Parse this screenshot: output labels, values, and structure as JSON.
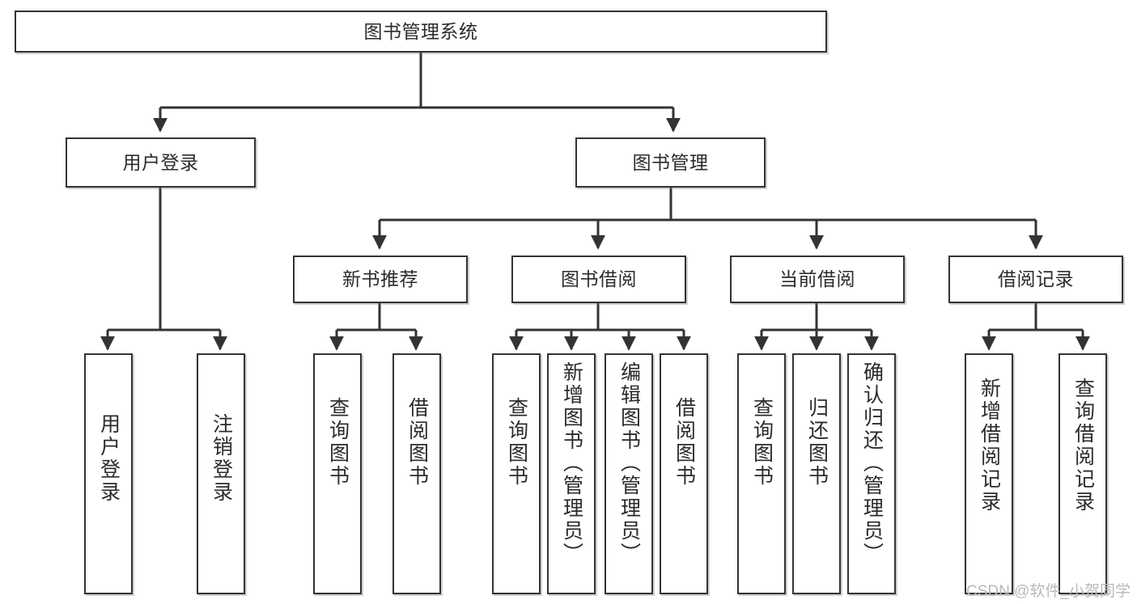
{
  "diagram": {
    "title": "图书管理系统",
    "type": "tree-hierarchy-diagram",
    "root": {
      "id": "root",
      "label": "图书管理系统"
    },
    "level2": [
      {
        "id": "user-login",
        "label": "用户登录"
      },
      {
        "id": "book-management",
        "label": "图书管理"
      }
    ],
    "level3": [
      {
        "id": "new-book-recommend",
        "label": "新书推荐",
        "parent": "book-management"
      },
      {
        "id": "book-borrow",
        "label": "图书借阅",
        "parent": "book-management"
      },
      {
        "id": "current-borrow",
        "label": "当前借阅",
        "parent": "book-management"
      },
      {
        "id": "borrow-record",
        "label": "借阅记录",
        "parent": "book-management"
      }
    ],
    "leaves": [
      {
        "id": "leaf-user-login",
        "label": "用户登录",
        "parent": "user-login"
      },
      {
        "id": "leaf-logout",
        "label": "注销登录",
        "parent": "user-login"
      },
      {
        "id": "leaf-query-book-1",
        "label": "查询图书",
        "parent": "new-book-recommend"
      },
      {
        "id": "leaf-borrow-book-1",
        "label": "借阅图书",
        "parent": "new-book-recommend"
      },
      {
        "id": "leaf-query-book-2",
        "label": "查询图书",
        "parent": "book-borrow"
      },
      {
        "id": "leaf-add-book",
        "label": "新增图书（管理员）",
        "parent": "book-borrow"
      },
      {
        "id": "leaf-edit-book",
        "label": "编辑图书（管理员）",
        "parent": "book-borrow"
      },
      {
        "id": "leaf-borrow-book-2",
        "label": "借阅图书",
        "parent": "book-borrow"
      },
      {
        "id": "leaf-query-book-3",
        "label": "查询图书",
        "parent": "current-borrow"
      },
      {
        "id": "leaf-return-book",
        "label": "归还图书",
        "parent": "current-borrow"
      },
      {
        "id": "leaf-confirm-return",
        "label": "确认归还（管理员）",
        "parent": "current-borrow"
      },
      {
        "id": "leaf-add-record",
        "label": "新增借阅记录",
        "parent": "borrow-record"
      },
      {
        "id": "leaf-query-record",
        "label": "查询借阅记录",
        "parent": "borrow-record"
      }
    ],
    "watermark": "CSDN @软件_小贺同学",
    "colors": {
      "border": "#333333",
      "background": "#ffffff",
      "text": "#2b2b2b",
      "watermark": "#b9b9b9"
    }
  }
}
